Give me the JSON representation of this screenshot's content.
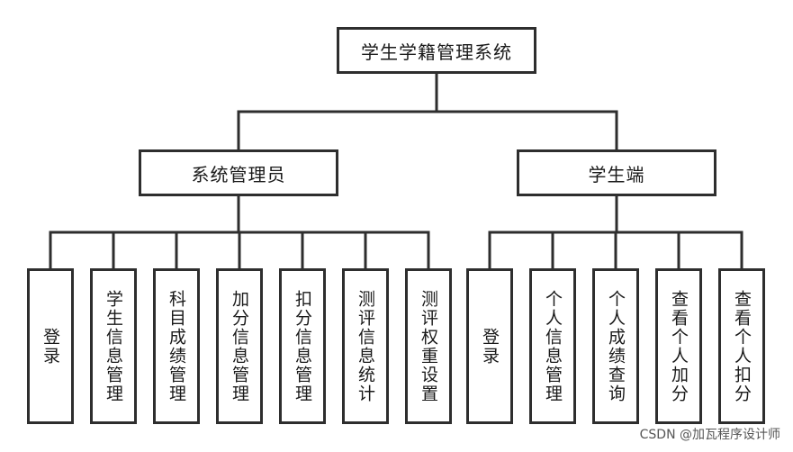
{
  "root": {
    "label": "学生学籍管理系统"
  },
  "groups": [
    {
      "label": "系统管理员",
      "children": [
        "登录",
        "学生信息管理",
        "科目成绩管理",
        "加分信息管理",
        "扣分信息管理",
        "测评信息统计",
        "测评权重设置"
      ]
    },
    {
      "label": "学生端",
      "children": [
        "登录",
        "个人信息管理",
        "个人成绩查询",
        "查看个人加分",
        "查看个人扣分"
      ]
    }
  ],
  "watermark": "CSDN @加瓦程序设计师",
  "colors": {
    "line": "#2e2e2e",
    "text": "#1a1a1a",
    "background": "#ffffff"
  }
}
